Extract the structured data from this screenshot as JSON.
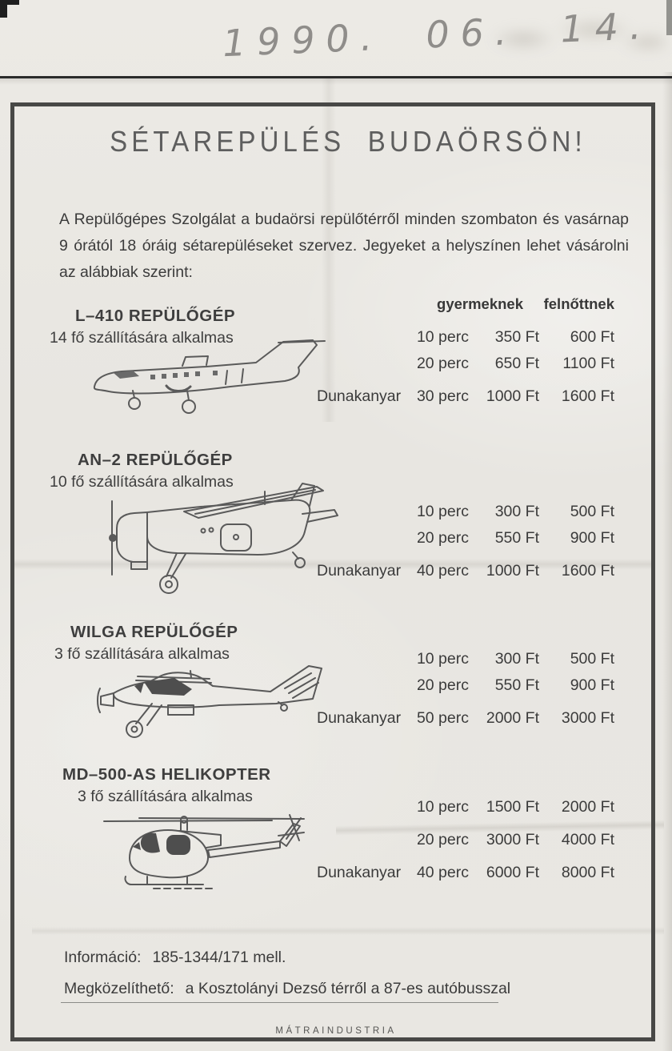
{
  "scan": {
    "handwritten_date": "1990. 06. 14.",
    "printer_mark": "MÁTRAINDUSTRIA"
  },
  "flyer": {
    "title": "SÉTAREPÜLÉS  BUDAÖRSÖN!",
    "intro": "A Repülőgépes Szolgálat a budaörsi repülőtérről minden szombaton és vasárnap 9 órától 18 óráig sétarepüléseket szervez. Jegyeket a helyszínen lehet vásárolni az alábbiak szerint:",
    "price_header": {
      "child": "gyermeknek",
      "adult": "felnőttnek"
    },
    "route_label": "Dunakanyar",
    "colors": {
      "ink": "#3b3b3b",
      "paper": "#e9e7e2",
      "frame": "#484846"
    },
    "sections": [
      {
        "name": "L–410 REPÜLŐGÉP",
        "capacity": "14 fő szállítására alkalmas",
        "illustration": "l410-airplane",
        "rows": [
          {
            "route": "",
            "duration": "10 perc",
            "child": "350 Ft",
            "adult": "600 Ft"
          },
          {
            "route": "",
            "duration": "20 perc",
            "child": "650 Ft",
            "adult": "1100 Ft"
          },
          {
            "route": "Dunakanyar",
            "duration": "30 perc",
            "child": "1000 Ft",
            "adult": "1600 Ft"
          }
        ]
      },
      {
        "name": "AN–2 REPÜLŐGÉP",
        "capacity": "10 fő szállítására alkalmas",
        "illustration": "an2-biplane",
        "rows": [
          {
            "route": "",
            "duration": "10 perc",
            "child": "300 Ft",
            "adult": "500 Ft"
          },
          {
            "route": "",
            "duration": "20 perc",
            "child": "550 Ft",
            "adult": "900 Ft"
          },
          {
            "route": "Dunakanyar",
            "duration": "40 perc",
            "child": "1000 Ft",
            "adult": "1600 Ft"
          }
        ]
      },
      {
        "name": "WILGA REPÜLŐGÉP",
        "capacity": "3 fő szállítására alkalmas",
        "illustration": "wilga-airplane",
        "rows": [
          {
            "route": "",
            "duration": "10 perc",
            "child": "300 Ft",
            "adult": "500 Ft"
          },
          {
            "route": "",
            "duration": "20 perc",
            "child": "550 Ft",
            "adult": "900 Ft"
          },
          {
            "route": "Dunakanyar",
            "duration": "50 perc",
            "child": "2000 Ft",
            "adult": "3000 Ft"
          }
        ]
      },
      {
        "name": "MD–500-AS HELIKOPTER",
        "capacity": "3 fő szállítására alkalmas",
        "illustration": "md500-helicopter",
        "rows": [
          {
            "route": "",
            "duration": "10 perc",
            "child": "1500 Ft",
            "adult": "2000 Ft"
          },
          {
            "route": "",
            "duration": "20 perc",
            "child": "3000 Ft",
            "adult": "4000 Ft"
          },
          {
            "route": "Dunakanyar",
            "duration": "40 perc",
            "child": "6000 Ft",
            "adult": "8000 Ft"
          }
        ]
      }
    ],
    "footer": {
      "info_label": "Információ:",
      "info_value": "185-1344/171 mell.",
      "access_label": "Megközelíthető:",
      "access_value": "a Kosztolányi Dezső térről a 87-es autóbusszal"
    }
  }
}
